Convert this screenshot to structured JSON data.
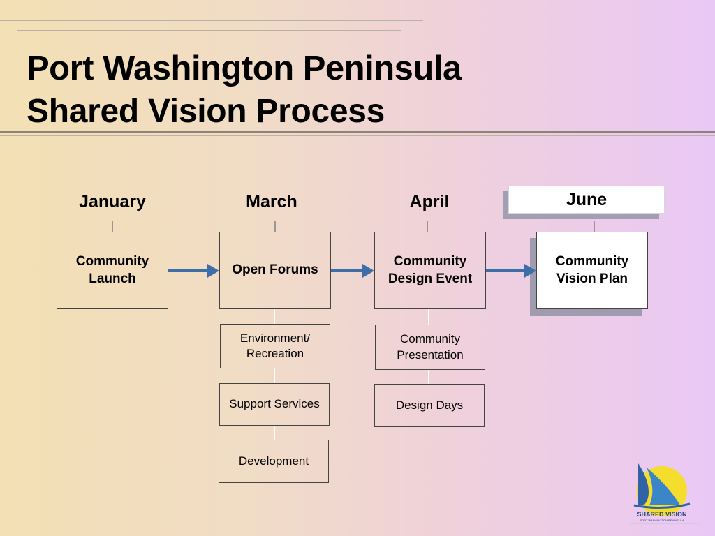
{
  "title": {
    "line1": "Port Washington Peninsula",
    "line2": "Shared Vision Process"
  },
  "timeline": {
    "months": [
      "January",
      "March",
      "April",
      "June"
    ],
    "stages": [
      "Community Launch",
      "Open Forums",
      "Community Design Event",
      "Community Vision Plan"
    ]
  },
  "open_forums_topics": [
    "Environment/ Recreation",
    "Support Services",
    "Development"
  ],
  "design_event_items": [
    "Community Presentation",
    "Design Days"
  ],
  "logo": {
    "text": "SHARED VISION",
    "subtext": "PORT WASHINGTON PENINSULA"
  },
  "colors": {
    "arrow": "#3d6ea8",
    "logo_sun": "#f5dd2e",
    "logo_sail": "#2f63a6"
  }
}
